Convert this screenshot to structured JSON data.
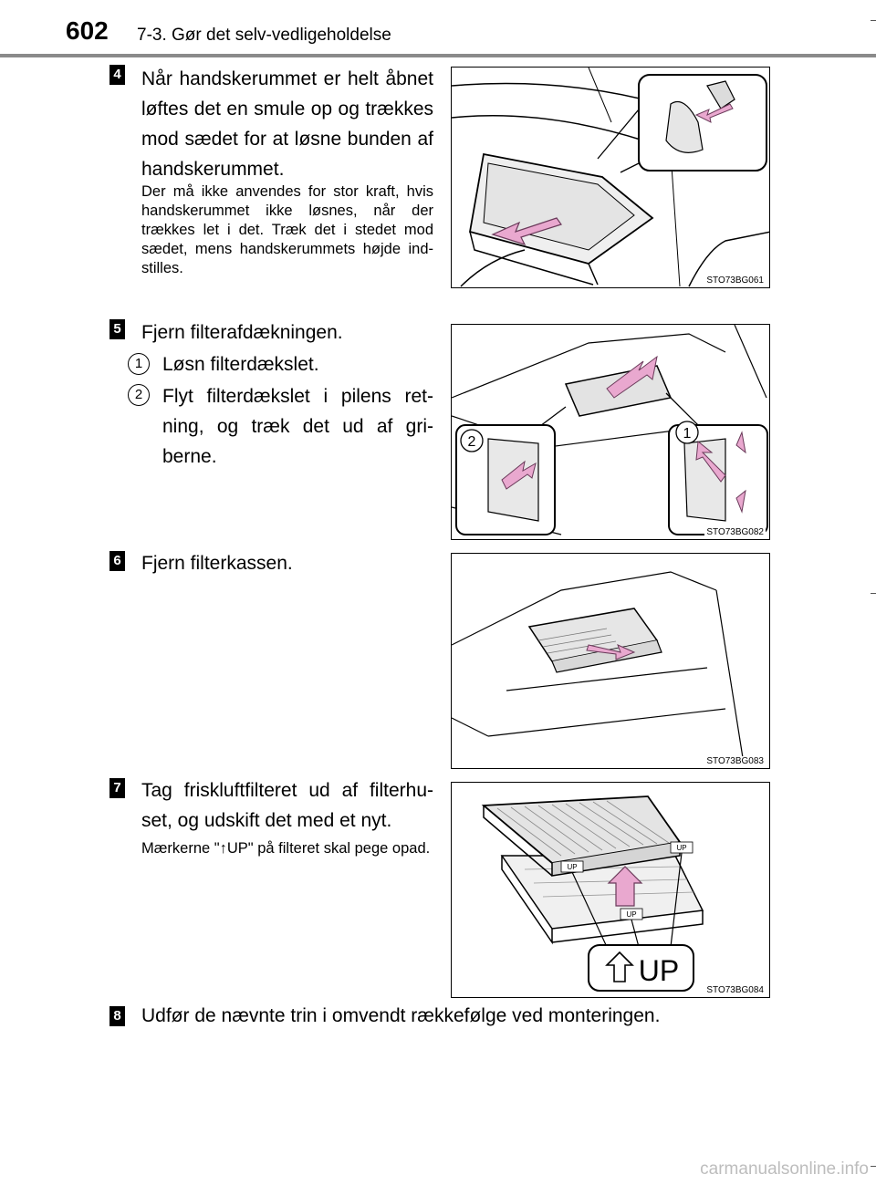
{
  "header": {
    "page_number": "602",
    "section_title": "7-3. Gør det selv-vedligeholdelse"
  },
  "steps": [
    {
      "number": "4",
      "text": "Når handskerummet er helt åbnet løftes det en smule op og trækkes mod sædet for at løsne bunden af handskerummet.",
      "note": "Der må ikke anvendes for stor kraft, hvis handskerummet ikke løsnes, når der trækkes let i det. Træk det i stedet mod sædet, mens handskerummets højde ind-stilles.",
      "figure_code": "STO73BG061"
    },
    {
      "number": "5",
      "text": "Fjern filterafdækningen.",
      "substeps": [
        {
          "number": "1",
          "text": "Løsn filterdækslet."
        },
        {
          "number": "2",
          "text": "Flyt filterdækslet i pilens ret-ning, og træk det ud af gri-berne."
        }
      ],
      "figure_code": "STO73BG082",
      "figure_labels": [
        "2",
        "1"
      ]
    },
    {
      "number": "6",
      "text": "Fjern filterkassen.",
      "figure_code": "STO73BG083"
    },
    {
      "number": "7",
      "text": "Tag friskluftfilteret ud af filterhu-set, og udskift det med et nyt.",
      "note": "Mærkerne \"↑UP\" på filteret skal pege opad.",
      "figure_code": "STO73BG084",
      "figure_labels": [
        "UP",
        "UP",
        "UP",
        "UP"
      ]
    },
    {
      "number": "8",
      "text": "Udfør de nævnte trin i omvendt rækkefølge ved monteringen."
    }
  ],
  "colors": {
    "arrow": "#e9a8cf",
    "arrow_stroke": "#6a3a5a",
    "header_rule": "#8a8a8a"
  },
  "watermark": "carmanualsonline.info"
}
